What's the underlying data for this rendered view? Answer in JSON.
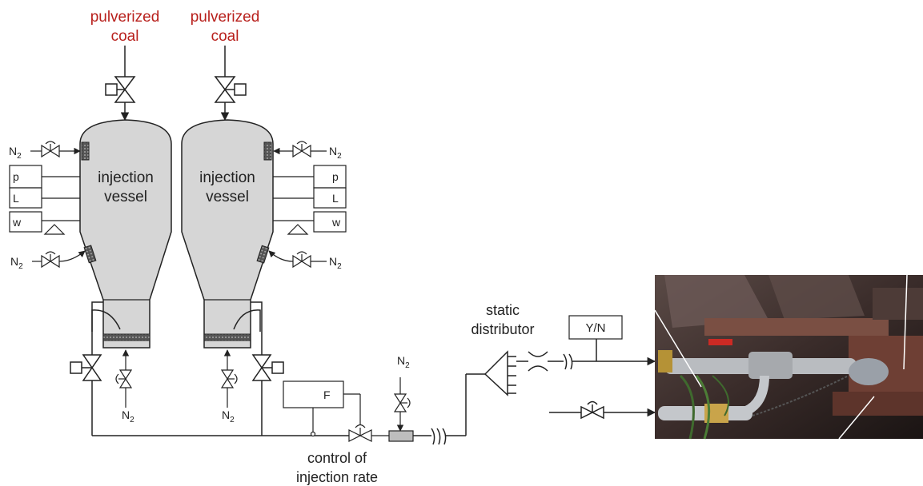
{
  "labels": {
    "coal_feed_left": [
      "pulverized",
      "coal"
    ],
    "coal_feed_right": [
      "pulverized",
      "coal"
    ],
    "vessel_left": [
      "injection",
      "vessel"
    ],
    "vessel_right": [
      "injection",
      "vessel"
    ],
    "nitrogen": "N",
    "nitrogen_sub": "2",
    "pressure": "p",
    "level": "L",
    "weight": "w",
    "flow": "F",
    "yes_no": "Y/N",
    "static_distributor": [
      "static",
      "distributor"
    ],
    "control_rate": [
      "control of",
      "injection rate"
    ]
  },
  "colors": {
    "feed_label": "#b8201c",
    "vessel_fill": "#d6d6d6",
    "line": "#222222"
  },
  "photo": {
    "description_icon": "lance-photo"
  }
}
